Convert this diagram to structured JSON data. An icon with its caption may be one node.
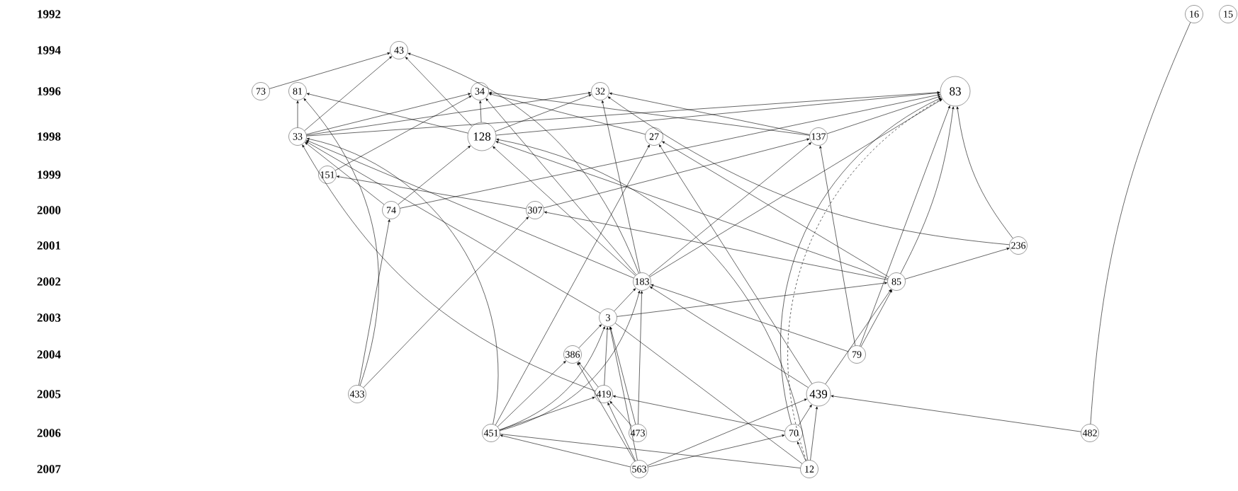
{
  "diagram": {
    "nodes": [
      {
        "text": [
          "16"
        ]
      },
      {
        "text": [
          "15"
        ]
      },
      {
        "text": [
          "43"
        ]
      },
      {
        "text": [
          "73"
        ]
      },
      {
        "text": [
          "81"
        ]
      },
      {
        "text": [
          "34"
        ]
      },
      {
        "text": [
          "32"
        ]
      },
      {
        "text": [
          "83"
        ]
      },
      {
        "text": [
          "33"
        ]
      },
      {
        "text": [
          "128"
        ]
      },
      {
        "text": [
          "27"
        ]
      },
      {
        "text": [
          "137"
        ]
      },
      {
        "text": [
          "151"
        ]
      },
      {
        "text": [
          "74"
        ]
      },
      {
        "text": [
          "307"
        ]
      },
      {
        "text": [
          "236"
        ]
      },
      {
        "text": [
          "183"
        ]
      },
      {
        "text": [
          "85"
        ]
      },
      {
        "text": [
          "3"
        ]
      },
      {
        "text": [
          "79"
        ]
      },
      {
        "text": [
          "386"
        ]
      },
      {
        "text": [
          "433"
        ]
      },
      {
        "text": [
          "419"
        ]
      },
      {
        "text": [
          "439"
        ]
      },
      {
        "text": [
          "451"
        ]
      },
      {
        "text": [
          "473"
        ]
      },
      {
        "text": [
          "70"
        ]
      },
      {
        "text": [
          "482"
        ]
      },
      {
        "text": [
          "563"
        ]
      },
      {
        "text": [
          "12"
        ]
      }
    ],
    "edges": [
      {
        "from": 3,
        "to": 2,
        "arrow": "to"
      },
      {
        "from": 8,
        "to": 2,
        "arrow": "to"
      },
      {
        "from": 9,
        "to": 2,
        "arrow": "to"
      },
      {
        "from": 16,
        "to": 2,
        "arrow": "to"
      },
      {
        "from": 8,
        "to": 4,
        "arrow": "to"
      },
      {
        "from": 9,
        "to": 4,
        "arrow": "to"
      },
      {
        "from": 8,
        "to": 5,
        "arrow": "to"
      },
      {
        "from": 8,
        "to": 6,
        "arrow": "to"
      },
      {
        "from": 8,
        "to": 7,
        "arrow": "to"
      },
      {
        "from": 9,
        "to": 5,
        "arrow": "to"
      },
      {
        "from": 9,
        "to": 6,
        "arrow": "to"
      },
      {
        "from": 9,
        "to": 7,
        "arrow": "to"
      },
      {
        "from": 10,
        "to": 5,
        "arrow": "to"
      },
      {
        "from": 11,
        "to": 5,
        "arrow": "to"
      },
      {
        "from": 11,
        "to": 6,
        "arrow": "to"
      },
      {
        "from": 11,
        "to": 7,
        "arrow": "to"
      },
      {
        "from": 12,
        "to": 5,
        "arrow": "to"
      },
      {
        "from": 13,
        "to": 8,
        "arrow": "to"
      },
      {
        "from": 13,
        "to": 9,
        "arrow": "to"
      },
      {
        "from": 13,
        "to": 7,
        "arrow": "to"
      },
      {
        "from": 14,
        "to": 12,
        "arrow": "to"
      },
      {
        "from": 14,
        "to": 11,
        "arrow": "to"
      },
      {
        "from": 15,
        "to": 7,
        "arrow": "to"
      },
      {
        "from": 15,
        "to": 6,
        "arrow": "to"
      },
      {
        "from": 16,
        "to": 9,
        "arrow": "to"
      },
      {
        "from": 16,
        "to": 5,
        "arrow": "to"
      },
      {
        "from": 16,
        "to": 6,
        "arrow": "to"
      },
      {
        "from": 16,
        "to": 7,
        "arrow": "to"
      },
      {
        "from": 16,
        "to": 11,
        "arrow": "to"
      },
      {
        "from": 16,
        "to": 8,
        "arrow": "to"
      },
      {
        "from": 17,
        "to": 7,
        "arrow": "to"
      },
      {
        "from": 17,
        "to": 15,
        "arrow": "to"
      },
      {
        "from": 17,
        "to": 9,
        "arrow": "to"
      },
      {
        "from": 17,
        "to": 14,
        "arrow": "to"
      },
      {
        "from": 17,
        "to": 10,
        "arrow": "to"
      },
      {
        "from": 18,
        "to": 16,
        "arrow": "to"
      },
      {
        "from": 18,
        "to": 17,
        "arrow": "to"
      },
      {
        "from": 18,
        "to": 8,
        "arrow": "to"
      },
      {
        "from": 19,
        "to": 17,
        "arrow": "to"
      },
      {
        "from": 19,
        "to": 16,
        "arrow": "to"
      },
      {
        "from": 19,
        "to": 11,
        "arrow": "to"
      },
      {
        "from": 19,
        "to": 7,
        "arrow": "to"
      },
      {
        "from": 20,
        "to": 18,
        "arrow": "to"
      },
      {
        "from": 21,
        "to": 13,
        "arrow": "to"
      },
      {
        "from": 21,
        "to": 14,
        "arrow": "to"
      },
      {
        "from": 21,
        "to": 4,
        "arrow": "to"
      },
      {
        "from": 22,
        "to": 18,
        "arrow": "to"
      },
      {
        "from": 22,
        "to": 20,
        "arrow": "to"
      },
      {
        "from": 22,
        "to": 8,
        "arrow": "to"
      },
      {
        "from": 23,
        "to": 17,
        "arrow": "to"
      },
      {
        "from": 23,
        "to": 16,
        "arrow": "to"
      },
      {
        "from": 23,
        "to": 10,
        "arrow": "to"
      },
      {
        "from": 24,
        "to": 16,
        "arrow": "to"
      },
      {
        "from": 24,
        "to": 18,
        "arrow": "to"
      },
      {
        "from": 24,
        "to": 20,
        "arrow": "to"
      },
      {
        "from": 24,
        "to": 22,
        "arrow": "to"
      },
      {
        "from": 24,
        "to": 10,
        "arrow": "to"
      },
      {
        "from": 24,
        "to": 8,
        "arrow": "to"
      },
      {
        "from": 25,
        "to": 22,
        "arrow": "to"
      },
      {
        "from": 25,
        "to": 18,
        "arrow": "to"
      },
      {
        "from": 25,
        "to": 16,
        "arrow": "to"
      },
      {
        "from": 26,
        "to": 23,
        "arrow": "to"
      },
      {
        "from": 26,
        "to": 22,
        "arrow": "to"
      },
      {
        "from": 26,
        "to": 7,
        "arrow": "to"
      },
      {
        "from": 27,
        "to": 23,
        "arrow": "to"
      },
      {
        "from": 27,
        "to": 0,
        "arrow": "none"
      },
      {
        "from": 28,
        "to": 24,
        "arrow": "to"
      },
      {
        "from": 28,
        "to": 22,
        "arrow": "to"
      },
      {
        "from": 28,
        "to": 20,
        "arrow": "to"
      },
      {
        "from": 28,
        "to": 18,
        "arrow": "to"
      },
      {
        "from": 28,
        "to": 23,
        "arrow": "to"
      },
      {
        "from": 28,
        "to": 26,
        "arrow": "to"
      },
      {
        "from": 29,
        "to": 26,
        "arrow": "to"
      },
      {
        "from": 29,
        "to": 23,
        "arrow": "to"
      },
      {
        "from": 29,
        "to": 24,
        "arrow": "none"
      },
      {
        "from": 29,
        "to": 18,
        "arrow": "none"
      },
      {
        "from": 29,
        "to": 9,
        "arrow": "to"
      },
      {
        "from": 29,
        "to": 7,
        "arrow": "to",
        "style": "dashed"
      }
    ],
    "labels": [
      "1992",
      "1994",
      "1996",
      "1998",
      "1999",
      "2000",
      "2001",
      "2002",
      "2003",
      "2004",
      "2005",
      "2006",
      "2007"
    ]
  }
}
